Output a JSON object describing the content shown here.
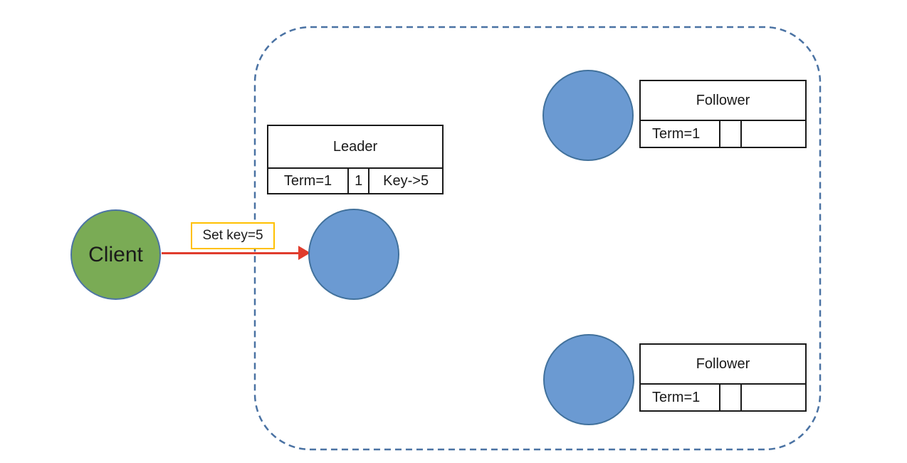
{
  "client": {
    "label": "Client"
  },
  "message": {
    "label": "Set key=5"
  },
  "leader": {
    "title": "Leader",
    "row": [
      "Term=1",
      "1",
      "Key->5"
    ]
  },
  "follower_top": {
    "title": "Follower",
    "row": [
      "Term=1",
      "",
      ""
    ]
  },
  "follower_bottom": {
    "title": "Follower",
    "row": [
      "Term=1",
      "",
      ""
    ]
  },
  "colors": {
    "background": "#FFFFFF",
    "text": "#1A1A1A",
    "node_blue_fill": "#6B9AD2",
    "node_blue_border": "#41719C",
    "client_green_fill": "#7AAB55",
    "client_green_border": "#4C74A4",
    "arrow_red": "#E03C2D",
    "label_orange_border": "#FFC000",
    "cluster_dash_blue": "#4A72A3",
    "table_border": "#1A1A1A"
  }
}
